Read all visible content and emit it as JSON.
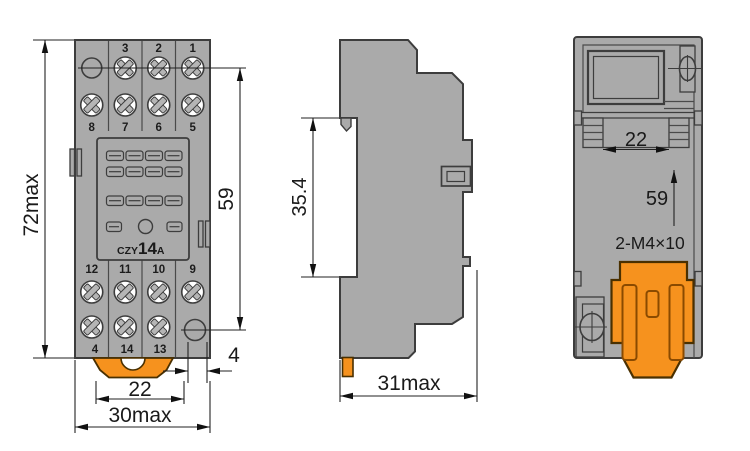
{
  "drawing": {
    "description": "Relay socket CZY14A three-view dimension drawing",
    "front": {
      "dim_height": "72max",
      "dim_pin_span": "59",
      "dim_hole_offset": "4",
      "dim_clip_width": "22",
      "dim_width": "30max",
      "terminals_row1": [
        "3",
        "2",
        "1"
      ],
      "terminals_row2": [
        "8",
        "7",
        "6",
        "5"
      ],
      "terminals_row3": [
        "12",
        "11",
        "10",
        "9"
      ],
      "terminals_row4": [
        "4",
        "14",
        "13"
      ],
      "model": {
        "prefix": "CZY",
        "number": "14",
        "suffix": "A"
      }
    },
    "side": {
      "dim_rail_height": "35.4",
      "dim_depth": "31max"
    },
    "back": {
      "dim_rail_width": "22",
      "dim_hole_span": "59",
      "screw_spec": "2-M4×10"
    },
    "colors": {
      "body_grey": "#aaaaaa",
      "outline_grey": "#3d3d3d",
      "clip_orange": "#f6921e",
      "clip_outline": "#4a3000",
      "dim_text": "#1a1a1a"
    }
  }
}
